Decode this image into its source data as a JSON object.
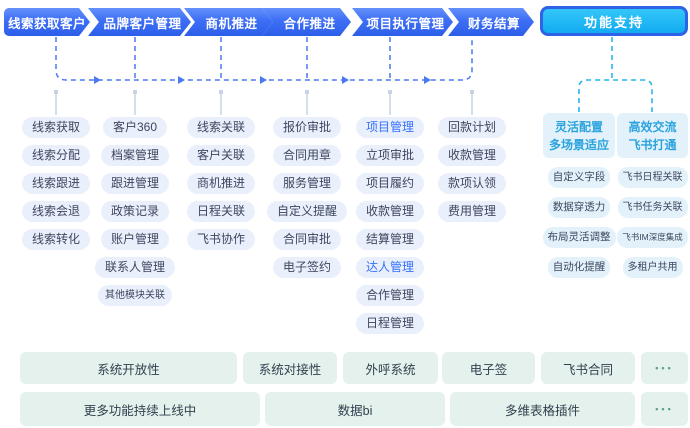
{
  "colors": {
    "stage_blue": "#3d6ef5",
    "support_cyan": "#12abf1",
    "support_border": "#2e63e8",
    "node_bg": "#eaf0fb",
    "node_text": "#3d4660",
    "highlight_blue": "#3370ff",
    "cyan_bg": "#e3f2fa",
    "cyan_text": "#2ba3de",
    "mint_bg": "#e4f1ec",
    "mint_dots": "#5fa287",
    "line_blue": "#4b79f2",
    "line_cyan": "#25b6ee",
    "line_gray": "#c9d3e6"
  },
  "flow": {
    "stages": [
      {
        "label": "线索获取客户",
        "items": [
          "线索获取",
          "线索分配",
          "线索跟进",
          "线索会退",
          "线索转化"
        ]
      },
      {
        "label": "品牌客户管理",
        "items": [
          "客户360",
          "档案管理",
          "跟进管理",
          "政策记录",
          "账户管理",
          "联系人管理",
          {
            "t": "其他模块关联",
            "small": true
          }
        ]
      },
      {
        "label": "商机推进",
        "items": [
          "线索关联",
          "客户关联",
          "商机推进",
          "日程关联",
          "飞书协作"
        ]
      },
      {
        "label": "合作推进",
        "items": [
          "报价审批",
          "合同用章",
          "服务管理",
          "自定义提醒",
          "合同审批",
          "电子签约"
        ]
      },
      {
        "label": "项目执行管理",
        "items": [
          {
            "t": "项目管理",
            "hl": true
          },
          "立项审批",
          "项目履约",
          "收款管理",
          "结算管理",
          {
            "t": "达人管理",
            "hl": true
          },
          "合作管理",
          "日程管理"
        ]
      },
      {
        "label": "财务结算",
        "items": [
          "回款计划",
          "收款管理",
          "款项认领",
          "费用管理"
        ]
      }
    ]
  },
  "support": {
    "label": "功能支持",
    "groups": [
      {
        "title_line1": "灵活配置",
        "title_line2": "多场景适应",
        "items": [
          "自定义字段",
          "数据穿透力",
          "布局灵活调整",
          "自动化提醒"
        ]
      },
      {
        "title_line1": "高效交流",
        "title_line2": "飞书打通",
        "items": [
          "飞书日程关联",
          "飞书任务关联",
          {
            "t": "飞书IM深度集成",
            "small": true
          },
          "多租户共用"
        ]
      }
    ]
  },
  "bottom": {
    "row1": [
      "系统开放性",
      "系统对接性",
      "外呼系统",
      "电子签",
      "飞书合同",
      "•••"
    ],
    "row2": [
      "更多功能持续上线中",
      "数据bi",
      "多维表格插件",
      "•••"
    ]
  }
}
